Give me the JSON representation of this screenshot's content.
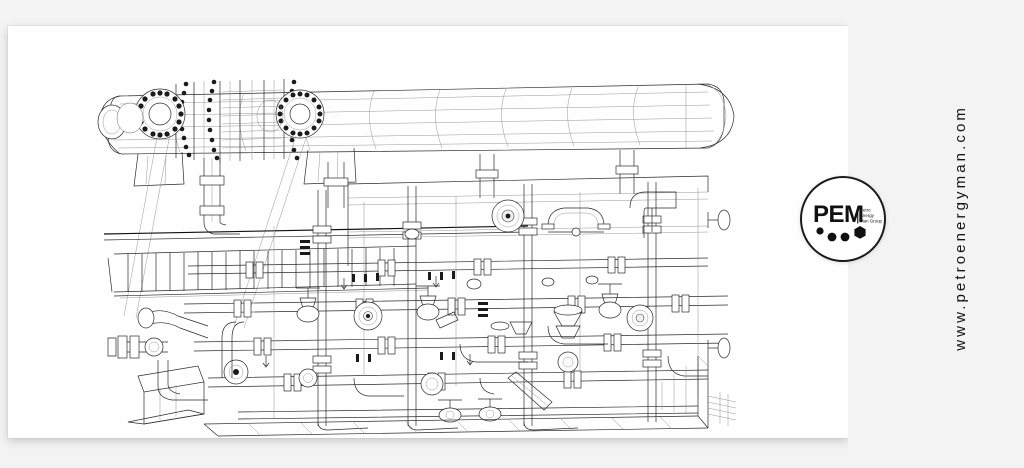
{
  "page": {
    "background_color": "#f3f3f3",
    "sheet_color": "#fefefe"
  },
  "drawing": {
    "name": "industrial-skid-assembly-drawing",
    "type": "3d-isometric-cad-linework",
    "description": "Isometric CAD line drawing of a horizontal pressure vessel / shell-and-tube heat exchanger package mounted on a base skid, with dense process piping, valves, flanges, access ladder and walkway platform",
    "line_color": "#2b2b2b",
    "components": [
      {
        "id": "shell-vessel",
        "label": "Horizontal shell vessel"
      },
      {
        "id": "tube-bundle",
        "label": "Bolted tube bundle section"
      },
      {
        "id": "channel-head-left",
        "label": "Left bolted channel head"
      },
      {
        "id": "channel-head-right",
        "label": "Right bolted channel head"
      },
      {
        "id": "end-cap",
        "label": "Dished end cap"
      },
      {
        "id": "access-ladder",
        "label": "Access ladder / walkway"
      },
      {
        "id": "handrail",
        "label": "Handrail"
      },
      {
        "id": "base-skid",
        "label": "Base skid frame"
      },
      {
        "id": "process-piping",
        "label": "Process piping manifold"
      },
      {
        "id": "gate-valves",
        "label": "Hand-wheel gate valves"
      },
      {
        "id": "flanges",
        "label": "Bolted pipe flanges"
      },
      {
        "id": "elbows",
        "label": "Pipe elbows"
      },
      {
        "id": "instrument-nozzles",
        "label": "Instrument nozzles"
      }
    ]
  },
  "logo": {
    "name": "pem-logo",
    "mark": "PEM",
    "tagline_lines": [
      "Petro",
      "Energy",
      "Man Group"
    ],
    "shape": "circle",
    "ink_color": "#1b1b1b",
    "fill_color": "#ffffff"
  },
  "watermark": {
    "url": "www.petroenergyman.com",
    "orientation": "vertical-bottom-to-top",
    "color": "#141414"
  }
}
